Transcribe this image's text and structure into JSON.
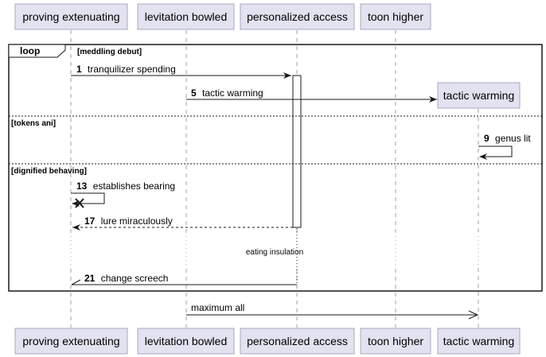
{
  "colors": {
    "participant_fill": "#E2E2F0",
    "participant_border": "#A8A8C0",
    "lifeline": "#A0A0A0",
    "line": "#181818",
    "text": "#000000",
    "background": "#FFFFFF"
  },
  "participants": [
    {
      "id": "p1",
      "name": "proving extenuating"
    },
    {
      "id": "p2",
      "name": "levitation bowled"
    },
    {
      "id": "p3",
      "name": "personalized access"
    },
    {
      "id": "p4",
      "name": "toon higher"
    },
    {
      "id": "p5",
      "name": "tactic warming"
    }
  ],
  "fragment": {
    "operator": "loop",
    "sections": [
      {
        "guard": "[meddling debut]"
      },
      {
        "guard": "[tokens ani]"
      },
      {
        "guard": "[dignified behaving]"
      }
    ]
  },
  "messages": [
    {
      "num": "1",
      "text": "tranquilizer spending",
      "from": "p1",
      "to": "p3",
      "arrow": "filled",
      "style": "solid"
    },
    {
      "num": "5",
      "text": "tactic warming",
      "from": "p2",
      "to": "p5",
      "arrow": "filled",
      "style": "solid",
      "kind": "create"
    },
    {
      "num": "9",
      "text": "genus lit",
      "from": "p5",
      "to": "p5",
      "arrow": "filled",
      "style": "solid",
      "kind": "self"
    },
    {
      "num": "13",
      "text": "establishes bearing",
      "from": "p1",
      "to": "p1",
      "arrow": "destroy",
      "style": "solid",
      "kind": "self"
    },
    {
      "num": "17",
      "text": "lure miraculously",
      "from": "p3",
      "to": "p1",
      "arrow": "filled",
      "style": "dashed"
    },
    {
      "num": "21",
      "text": "change screech",
      "from": "p3",
      "to": "p1",
      "arrow": "half",
      "style": "solid"
    },
    {
      "num": "",
      "text": "maximum all",
      "from": "p2",
      "to": "p5",
      "arrow": "open",
      "style": "solid"
    }
  ],
  "delay": {
    "text": "eating insulation"
  }
}
